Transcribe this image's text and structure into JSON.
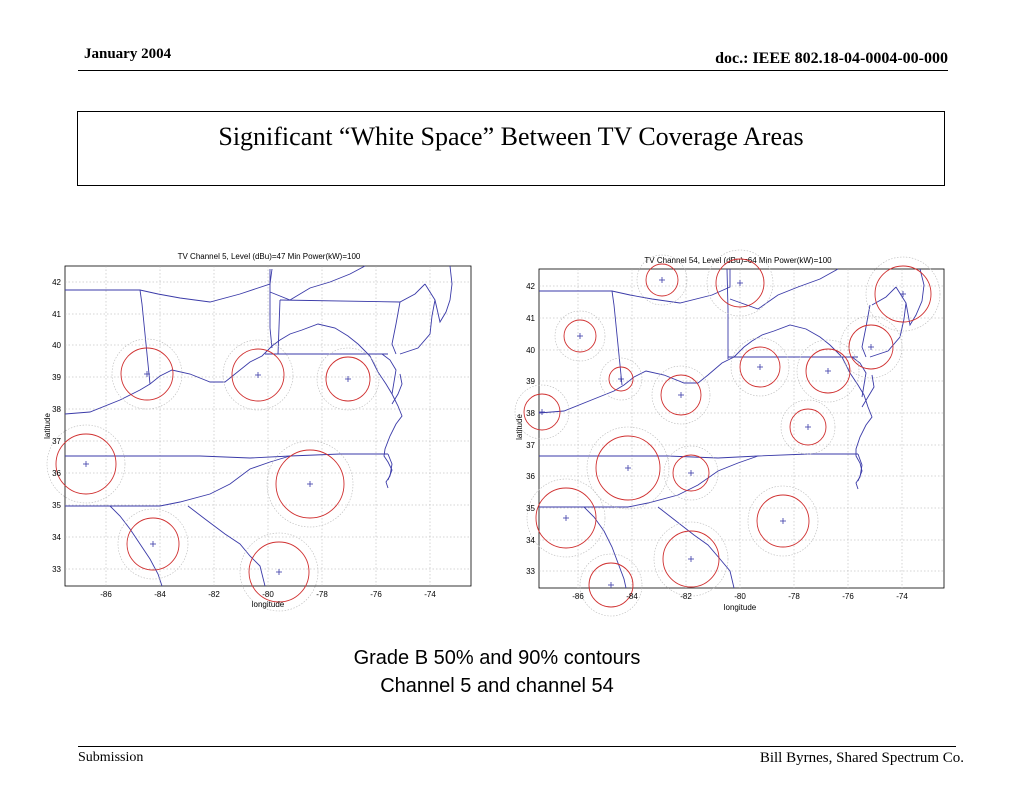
{
  "header": {
    "date": "January 2004",
    "doc_id": "doc.: IEEE 802.18-04-0004-00-000"
  },
  "slide": {
    "title": "Significant “White Space” Between TV Coverage Areas"
  },
  "maps": [
    {
      "title": "TV Channel 5, Level (dBu)=47 Min Power(kW)=100",
      "xlabel": "longitude",
      "ylabel": "latitude",
      "x_ticks": [
        "-86",
        "-84",
        "-82",
        "-80",
        "-78",
        "-76",
        "-74"
      ],
      "y_ticks": [
        "42",
        "41",
        "40",
        "39",
        "38",
        "37",
        "36",
        "35",
        "34",
        "33"
      ]
    },
    {
      "title": "TV Channel 54, Level (dBu)=64 Min Power(kW)=100",
      "xlabel": "longitude",
      "ylabel": "latitude",
      "x_ticks": [
        "-86",
        "-84",
        "-82",
        "-80",
        "-78",
        "-76",
        "-74"
      ],
      "y_ticks": [
        "42",
        "41",
        "40",
        "39",
        "38",
        "37",
        "36",
        "35",
        "34",
        "33"
      ]
    }
  ],
  "caption": {
    "line1": "Grade B 50% and 90% contours",
    "line2": "Channel 5 and channel 54"
  },
  "footer": {
    "left": "Submission",
    "right": "Bill Byrnes, Shared Spectrum Co."
  },
  "colors": {
    "contour": "#d03030",
    "contour_outer": "#b8b8b8",
    "borders": "#3a3aa8",
    "grid": "#aaaaaa"
  }
}
